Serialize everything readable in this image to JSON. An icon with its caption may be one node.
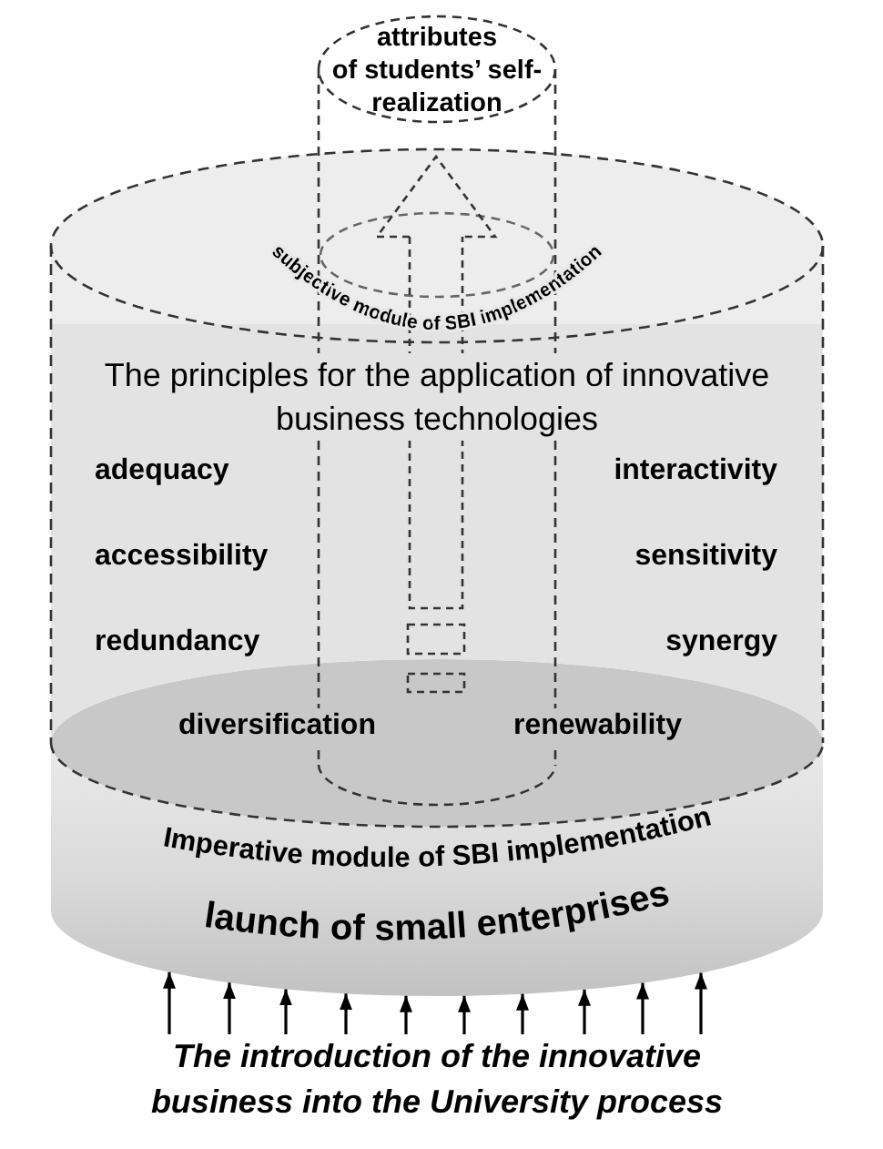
{
  "diagram": {
    "nodes": [
      {
        "text": [
          "attributes of students’ self-realization"
        ]
      },
      {
        "text": [
          "subjective module of SBI implementation",
          "The principles for the application of innovative business technologies",
          "adequacy",
          "interactivity",
          "accessibility",
          "sensitivity",
          "redundancy",
          "synergy",
          "diversification",
          "renewability"
        ]
      },
      {
        "text": [
          "Imperative module of SBI implementation",
          "launch of small enterprises"
        ]
      },
      {
        "text": [
          "The introduction of the innovative business into the University process"
        ]
      }
    ],
    "edges": [
      {
        "from": 3,
        "to": 2,
        "arrow": "to"
      },
      {
        "from": 3,
        "to": 2,
        "arrow": "to"
      },
      {
        "from": 3,
        "to": 2,
        "arrow": "to"
      },
      {
        "from": 3,
        "to": 2,
        "arrow": "to"
      },
      {
        "from": 3,
        "to": 2,
        "arrow": "to"
      },
      {
        "from": 3,
        "to": 2,
        "arrow": "to"
      },
      {
        "from": 3,
        "to": 2,
        "arrow": "to"
      },
      {
        "from": 3,
        "to": 2,
        "arrow": "to"
      },
      {
        "from": 3,
        "to": 2,
        "arrow": "to"
      },
      {
        "from": 3,
        "to": 2,
        "arrow": "to"
      }
    ]
  }
}
